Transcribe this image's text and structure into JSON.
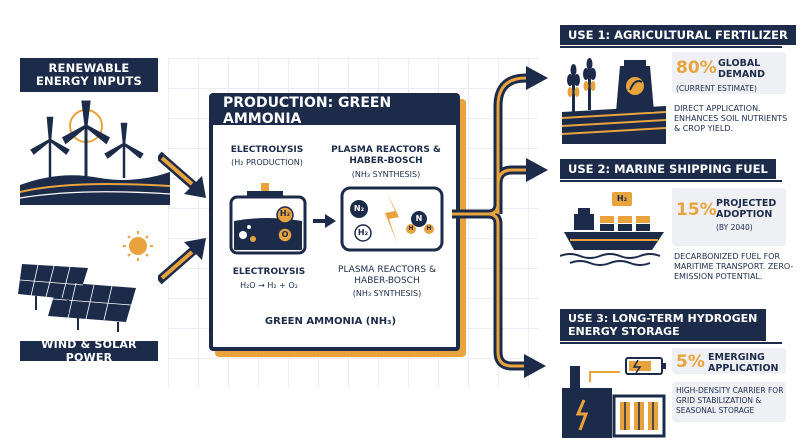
{
  "left": {
    "inputs_title": "RENEWABLE ENERGY INPUTS",
    "power_title": "WIND & SOLAR POWER"
  },
  "production": {
    "title": "PRODUCTION: GREEN AMMONIA",
    "electrolysis_title": "ELECTROLYSIS",
    "electrolysis_sub": "(H₂ PRODUCTION)",
    "plasma_title": "PLASMA REACTORS & HABER-BOSCH",
    "plasma_sub": "(NH₃ SYNTHESIS)",
    "electrolysis_bottom": "ELECTROLYSIS",
    "electrolysis_eq": "H₂O → H₂ + O₂",
    "plasma_bottom": "PLASMA REACTORS & HABER-BOSCH",
    "plasma_bottom_sub": "(NH₃ SYNTHESIS)",
    "tank_labels": {
      "h2": "H₂",
      "o": "O"
    },
    "reactor_labels": {
      "n2": "N₂",
      "h2": "H₂",
      "nh3_n": "N",
      "nh3_h1": "H",
      "nh3_h2": "H"
    },
    "output_label": "GREEN AMMONIA (NH₃)"
  },
  "uses": [
    {
      "header": "USE 1: AGRICULTURAL FERTILIZER",
      "percent": "80%",
      "stat_label": "GLOBAL DEMAND",
      "stat_sub": "(CURRENT ESTIMATE)",
      "description": "DIRECT APPLICATION. ENHANCES SOIL NUTRIENTS & CROP YIELD."
    },
    {
      "header": "USE 2: MARINE SHIPPING FUEL",
      "percent": "15%",
      "stat_label": "PROJECTED ADOPTION",
      "stat_sub": "(BY 2040)",
      "ship_label": "H₂",
      "description": "DECARBONIZED FUEL FOR MARITIME TRANSPORT. ZERO-EMISSION POTENTIAL."
    },
    {
      "header": "USE 3: LONG-TERM HYDROGEN ENERGY STORAGE",
      "percent": "5%",
      "stat_label": "EMERGING APPLICATION",
      "description": "HIGH-DENSITY CARRIER FOR GRID STABILIZATION & SEASONAL STORAGE"
    }
  ],
  "colors": {
    "navy": "#1c2b4a",
    "accent": "#e8a33d",
    "light": "#eef0f4"
  }
}
